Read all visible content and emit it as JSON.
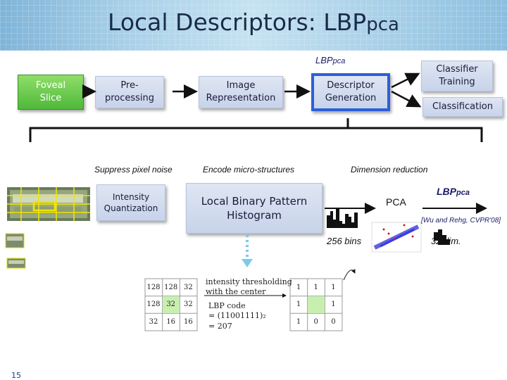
{
  "title": {
    "main": "Local Descriptors: LBP",
    "sub": "pca"
  },
  "pipeline": {
    "top_label": {
      "main": "LBP",
      "sub": "pca"
    },
    "foveal": {
      "line1": "Foveal",
      "line2": "Slice"
    },
    "preprocessing": {
      "line1": "Pre-",
      "line2": "processing"
    },
    "image_repr": {
      "line1": "Image",
      "line2": "Representation"
    },
    "descriptor": {
      "line1": "Descriptor",
      "line2": "Generation"
    },
    "classifier_training": {
      "line1": "Classifier",
      "line2": "Training"
    },
    "classification": "Classification"
  },
  "details": {
    "suppress": "Suppress pixel noise",
    "encode": "Encode micro-structures",
    "dimension": "Dimension reduction",
    "intensity": {
      "line1": "Intensity",
      "line2": "Quantization"
    },
    "lbp_hist": {
      "line1": "Local Binary Pattern",
      "line2": "Histogram"
    },
    "pca": "PCA",
    "lbppca": {
      "main": "LBP",
      "sub": "pca"
    },
    "citation": "[Wu and Rehg, CVPR'08]",
    "bins": "256 bins",
    "dims": "32 dim."
  },
  "lbp_example": {
    "input_grid": [
      [
        "128",
        "128",
        "32"
      ],
      [
        "128",
        "32",
        "32"
      ],
      [
        "32",
        "16",
        "16"
      ]
    ],
    "binary_grid": [
      [
        "1",
        "1",
        "1"
      ],
      [
        "1",
        "",
        "1"
      ],
      [
        "1",
        "0",
        "0"
      ]
    ],
    "threshold_text": {
      "line1": "intensity thresholding",
      "line2": "with the center"
    },
    "code_text": {
      "line1": "LBP code",
      "line2": "= (11001111)₂",
      "line3": "= 207"
    }
  },
  "page_number": "15",
  "colors": {
    "accent_blue": "#2b5fd9",
    "foveal_green": "#5cc244",
    "center_cell": "#c8efb0",
    "banner": "#a9d0e8"
  }
}
